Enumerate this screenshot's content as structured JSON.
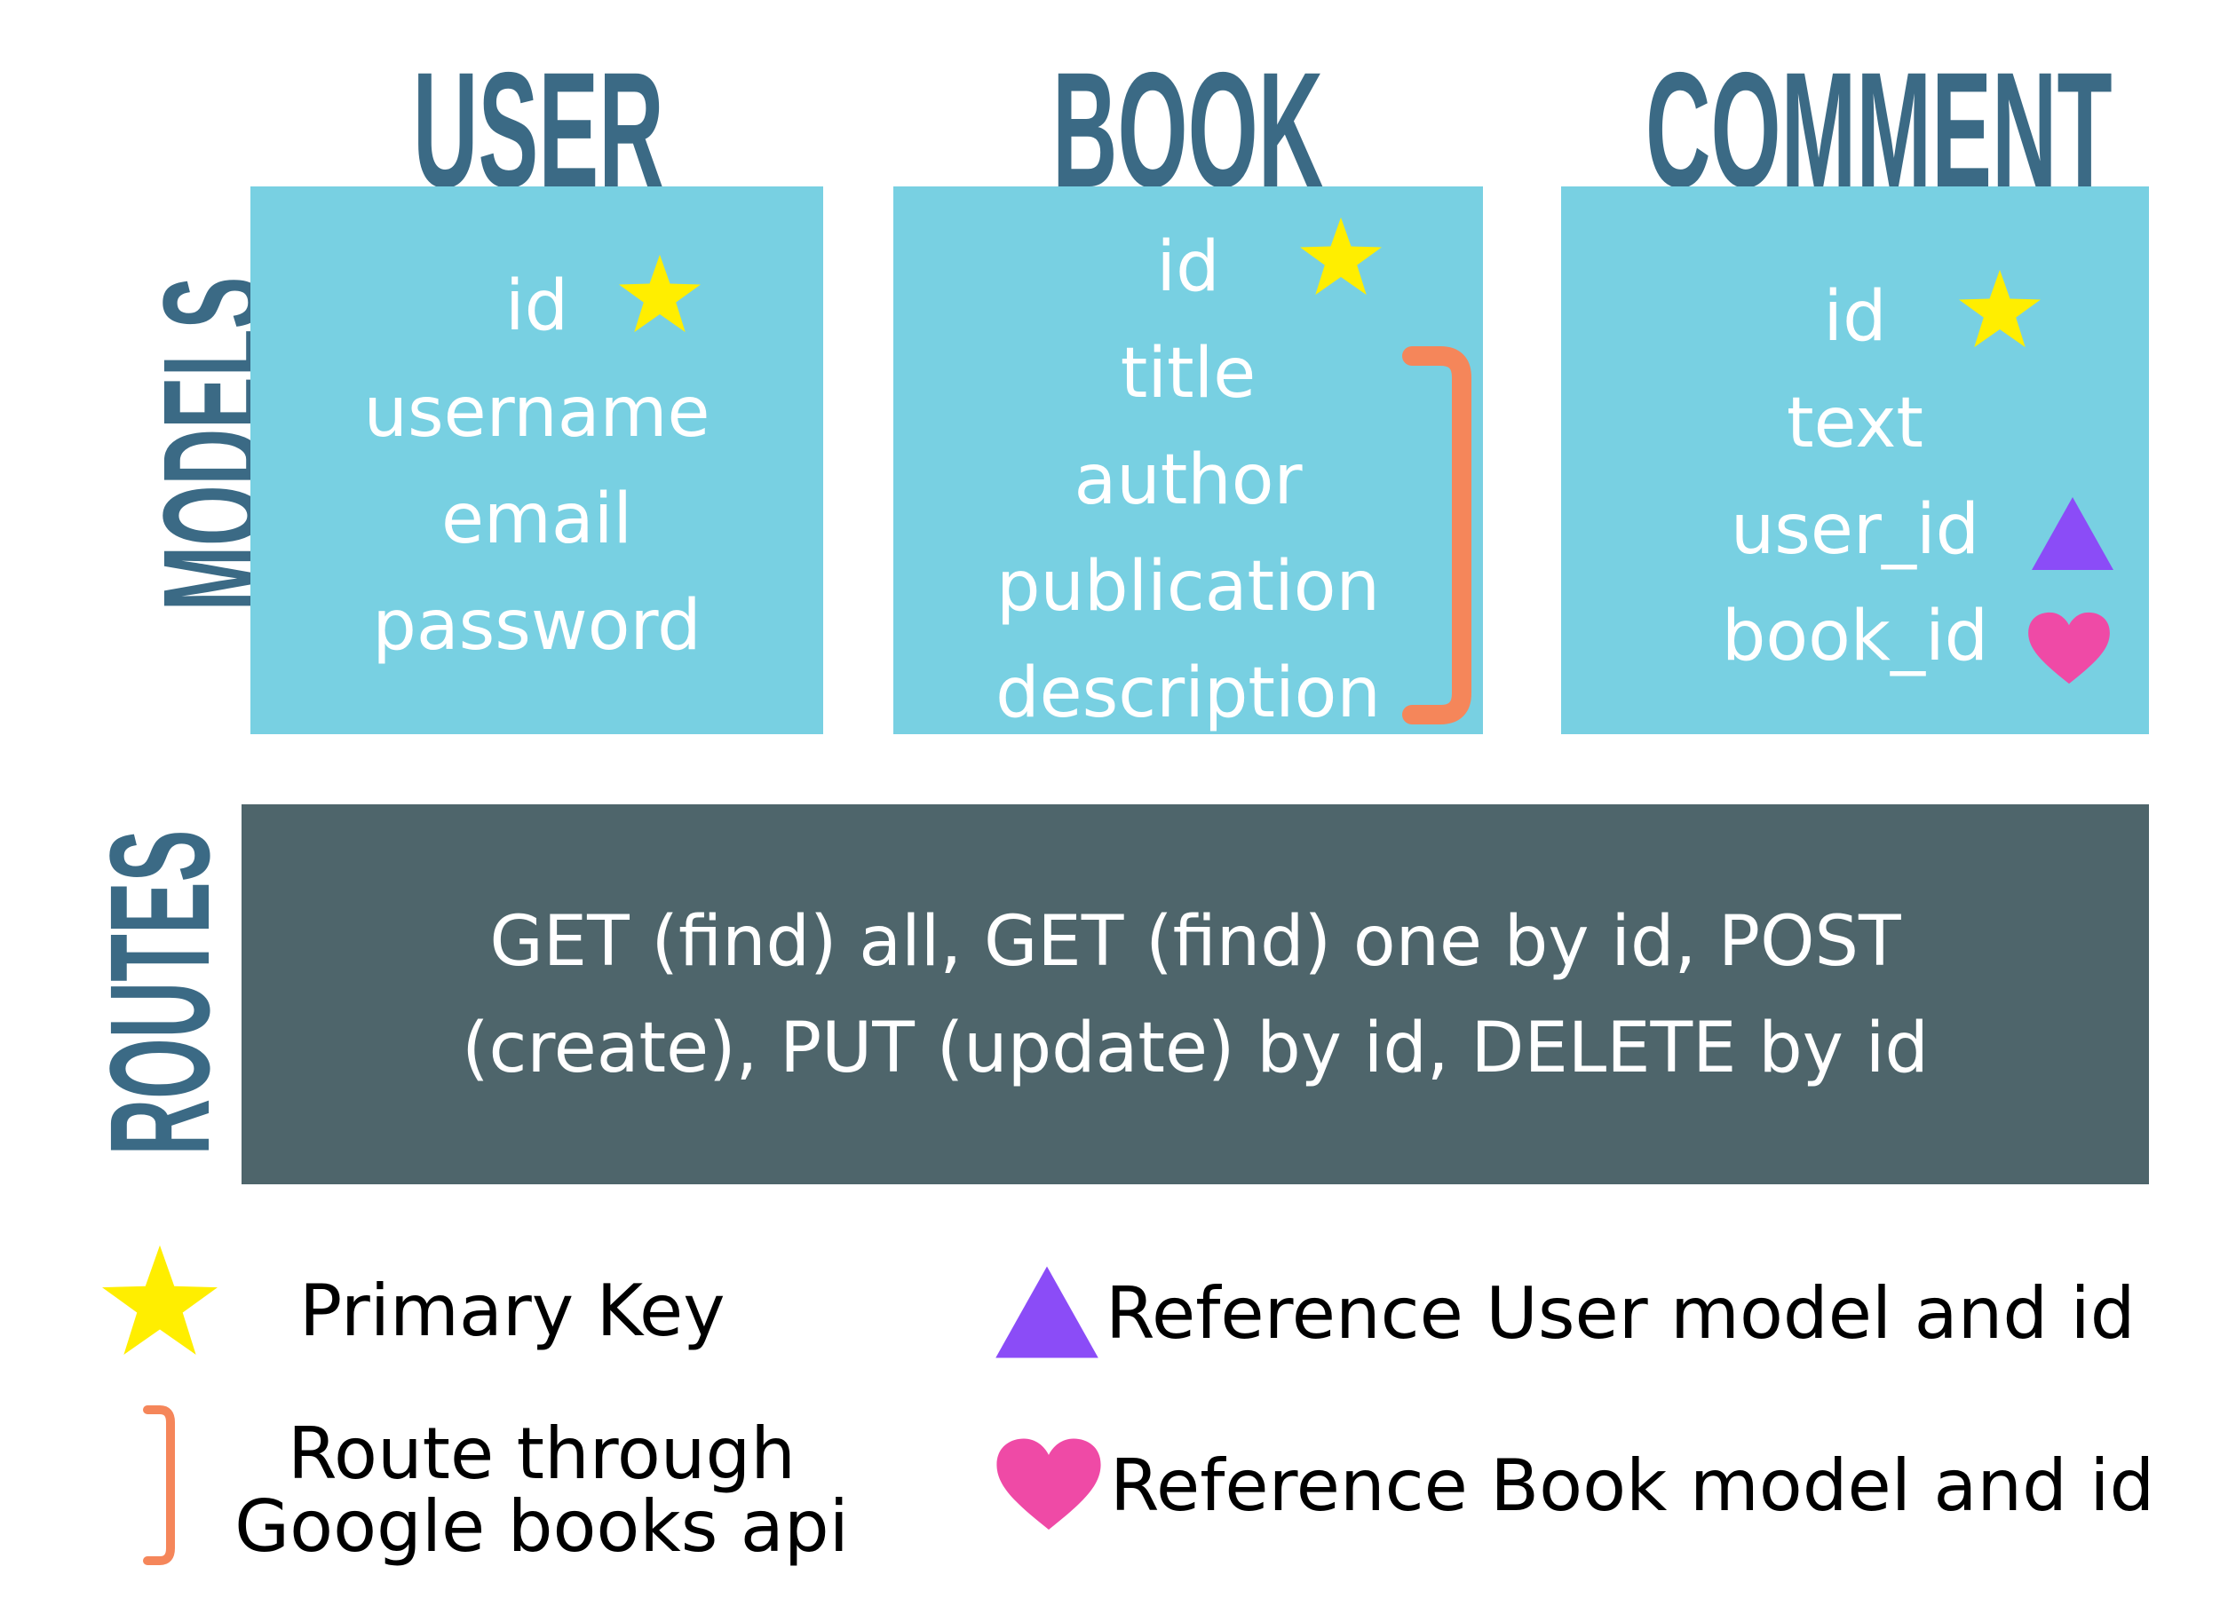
{
  "models_label": "MODELS",
  "routes_label": "ROUTES",
  "models": [
    {
      "title": "USER",
      "fields": [
        "id",
        "username",
        "email",
        "password"
      ]
    },
    {
      "title": "BOOK",
      "fields": [
        "id",
        "title",
        "author",
        "publication",
        "description"
      ]
    },
    {
      "title": "COMMENT",
      "fields": [
        "id",
        "text",
        "user_id",
        "book_id"
      ]
    }
  ],
  "routes": {
    "line1": "GET (find) all, GET (find) one by id, POST",
    "line2": "(create), PUT (update) by id, DELETE by id"
  },
  "legend": {
    "primary_key": "Primary Key",
    "google_route_line1": "Route through",
    "google_route_line2": "Google books api",
    "ref_user": "Reference User model and id",
    "ref_book": "Reference Book model and id"
  },
  "colors": {
    "title": "#3b6a85",
    "model_box": "#78d0e2",
    "routes_box": "#4e656b",
    "star": "#ffee00",
    "triangle": "#8b4cf7",
    "heart": "#ef4aa6",
    "bracket": "#f5865a"
  },
  "icons": {
    "primary_key": "star-icon",
    "user_ref": "triangle-icon",
    "book_ref": "heart-icon",
    "google_route": "bracket-icon"
  }
}
